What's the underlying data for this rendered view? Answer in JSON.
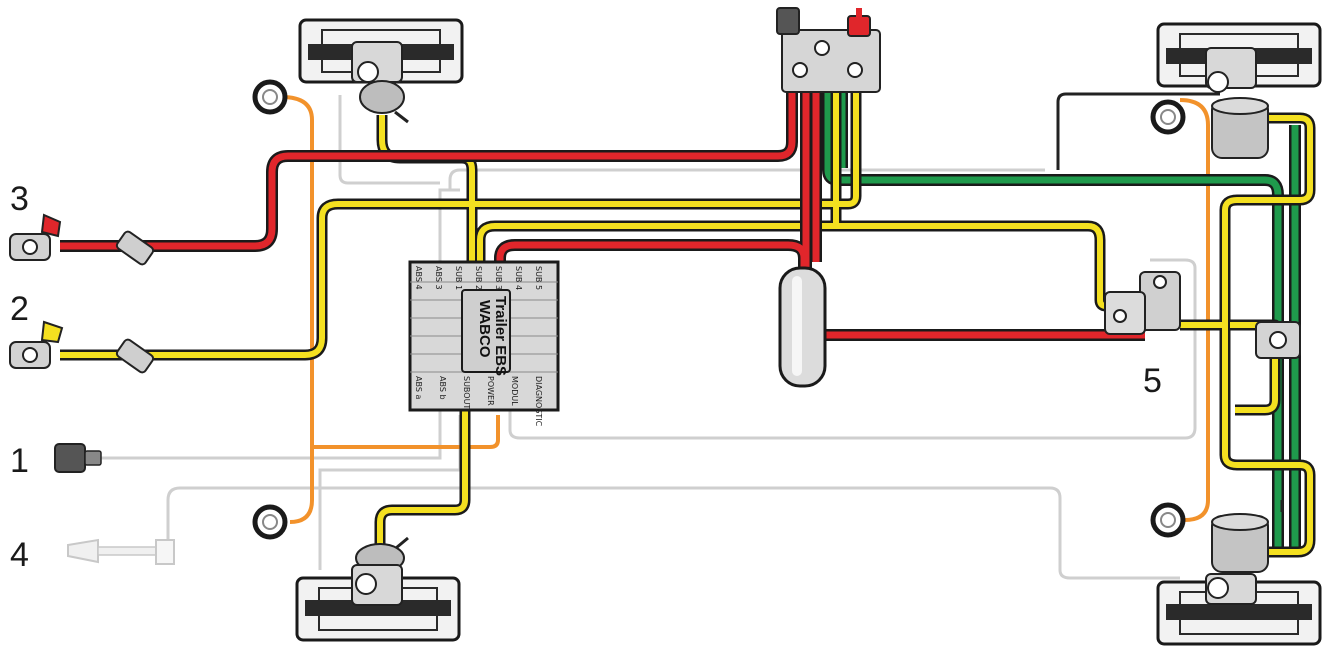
{
  "labels": {
    "n1": "1",
    "n2": "2",
    "n3": "3",
    "n4": "4",
    "n5": "5"
  },
  "ecu": {
    "brand": "WABCO",
    "model": "Trailer EBS",
    "ports_top": [
      "ABS 4",
      "ABS 3",
      "SUB 1",
      "SUB 2",
      "SUB 3",
      "SUB 4",
      "SUB 5"
    ],
    "ports_bottom": [
      "ABS a",
      "ABS b",
      "SUBOUT",
      "POWER",
      "MODUL",
      "DIAGNOSTIC"
    ]
  },
  "colors": {
    "supply_red": "#e0262b",
    "control_yellow": "#f4e020",
    "ecu_green": "#1f9a4c",
    "sensor_orange": "#f2922b",
    "electric_grey": "#c8c8c8",
    "outline": "#1a1a1a"
  }
}
